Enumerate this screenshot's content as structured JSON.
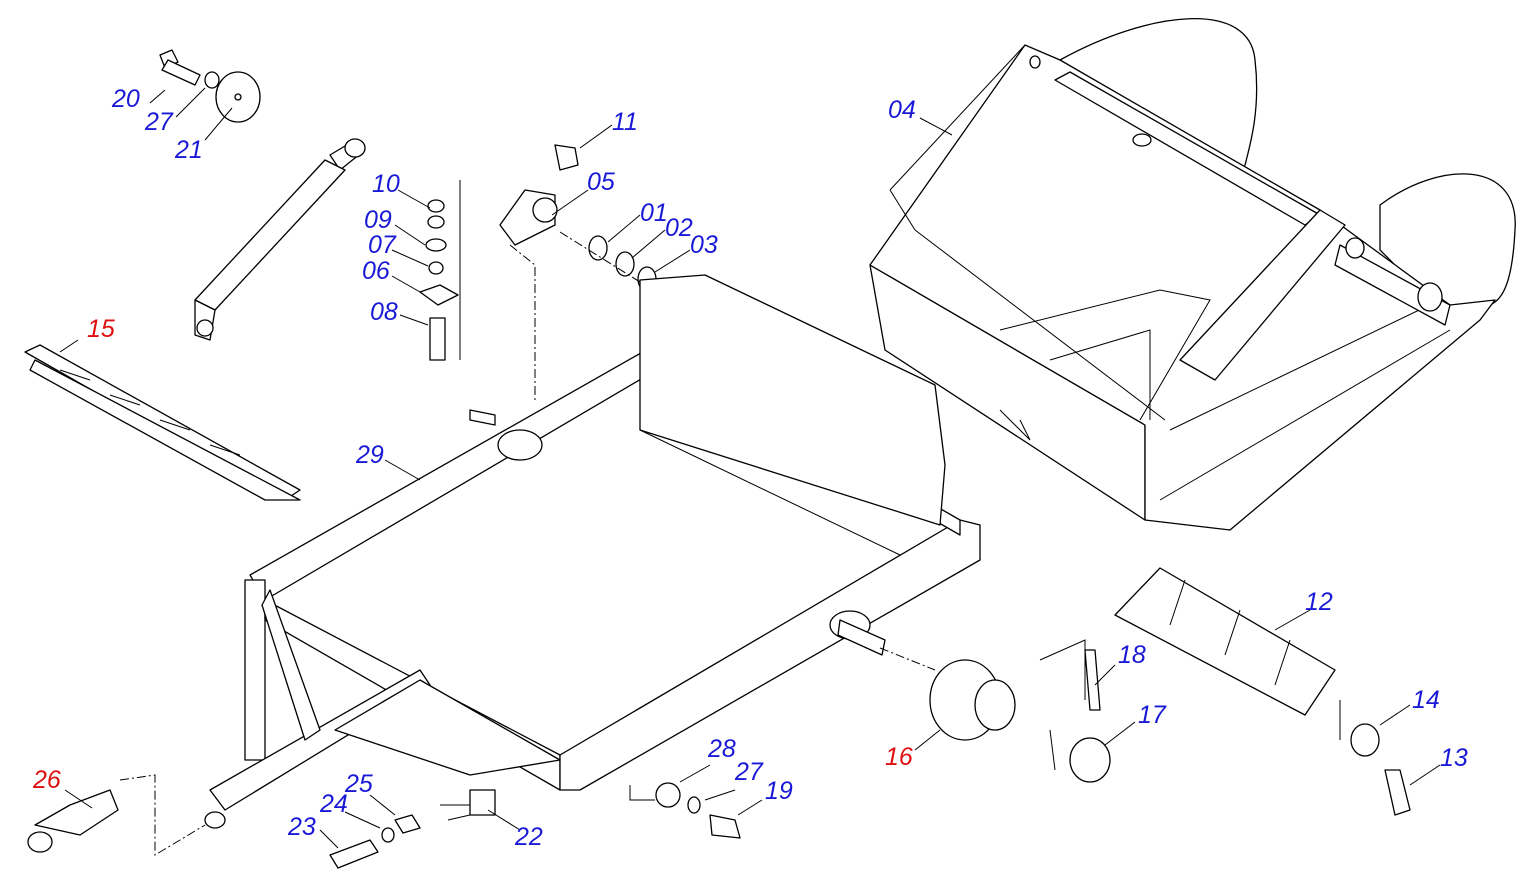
{
  "colors": {
    "standard": "#1a1ad6",
    "assembly": "#e01010",
    "lines": "#000000"
  },
  "labels": [
    {
      "id": "04",
      "text": "04",
      "kind": "standard"
    },
    {
      "id": "20",
      "text": "20",
      "kind": "standard"
    },
    {
      "id": "27a",
      "text": "27",
      "kind": "standard"
    },
    {
      "id": "21",
      "text": "21",
      "kind": "standard"
    },
    {
      "id": "11",
      "text": "11",
      "kind": "standard"
    },
    {
      "id": "05",
      "text": "05",
      "kind": "standard"
    },
    {
      "id": "10",
      "text": "10",
      "kind": "standard"
    },
    {
      "id": "09",
      "text": "09",
      "kind": "standard"
    },
    {
      "id": "07",
      "text": "07",
      "kind": "standard"
    },
    {
      "id": "06",
      "text": "06",
      "kind": "standard"
    },
    {
      "id": "08",
      "text": "08",
      "kind": "standard"
    },
    {
      "id": "01",
      "text": "01",
      "kind": "standard"
    },
    {
      "id": "02",
      "text": "02",
      "kind": "standard"
    },
    {
      "id": "03",
      "text": "03",
      "kind": "standard"
    },
    {
      "id": "15",
      "text": "15",
      "kind": "assembly"
    },
    {
      "id": "29",
      "text": "29",
      "kind": "standard"
    },
    {
      "id": "12",
      "text": "12",
      "kind": "standard"
    },
    {
      "id": "18",
      "text": "18",
      "kind": "standard"
    },
    {
      "id": "17",
      "text": "17",
      "kind": "standard"
    },
    {
      "id": "16",
      "text": "16",
      "kind": "assembly"
    },
    {
      "id": "14",
      "text": "14",
      "kind": "standard"
    },
    {
      "id": "13",
      "text": "13",
      "kind": "standard"
    },
    {
      "id": "28",
      "text": "28",
      "kind": "standard"
    },
    {
      "id": "27b",
      "text": "27",
      "kind": "standard"
    },
    {
      "id": "19",
      "text": "19",
      "kind": "standard"
    },
    {
      "id": "26",
      "text": "26",
      "kind": "assembly"
    },
    {
      "id": "25",
      "text": "25",
      "kind": "standard"
    },
    {
      "id": "24",
      "text": "24",
      "kind": "standard"
    },
    {
      "id": "23",
      "text": "23",
      "kind": "standard"
    },
    {
      "id": "22",
      "text": "22",
      "kind": "standard"
    }
  ]
}
